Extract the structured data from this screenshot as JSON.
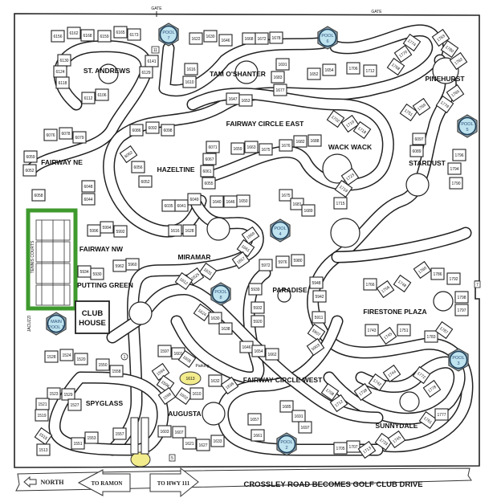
{
  "map": {
    "gates": [
      "GATE",
      "GATE"
    ],
    "streets": {
      "st_andrews": "ST. ANDREWS",
      "tam_oshanter": "TAM O'SHANTER",
      "pinehurst": "PINEHURST",
      "fairway_circle_east": "FAIRWAY CIRCLE EAST",
      "wack_wack": "WACK WACK",
      "stardust": "STARDUST",
      "fairway_ne": "FAIRWAY NE",
      "hazeltine": "HAZELTINE",
      "fairway_nw": "FAIRWAY NW",
      "miramar": "MIRAMAR",
      "putting_green": "PUTTING GREEN",
      "paradise": "PARADISE",
      "firestone_plaza": "FIRESTONE PLAZA",
      "fairway_circle_west": "FAIRWAY CIRCLE WEST",
      "spyglass": "SPYGLASS",
      "augusta": "AUGUSTA",
      "sunnydale": "SUNNYDALE"
    },
    "amenities": {
      "club_house_1": "CLUB",
      "club_house_2": "HOUSE",
      "tennis_courts": "TENNIS COURTS",
      "jacuzzi": "JACUZZI",
      "parking": "Parking",
      "highlighted_unit": "1613"
    },
    "pools": [
      {
        "line1": "POOL",
        "line2": "7"
      },
      {
        "line1": "POOL",
        "line2": "6"
      },
      {
        "line1": "POOL",
        "line2": "5"
      },
      {
        "line1": "POOL",
        "line2": "4"
      },
      {
        "line1": "POOL",
        "line2": "8"
      },
      {
        "line1": "MAIN",
        "line2": "POOL 1"
      },
      {
        "line1": "POOL",
        "line2": "3"
      },
      {
        "line1": "POOL",
        "line2": "2"
      }
    ],
    "markers": [
      "1",
      "5",
      "7",
      "11"
    ],
    "units": [
      "6156",
      "6162",
      "6168",
      "6159",
      "6165",
      "6173",
      "6130",
      "6124",
      "6118",
      "6112",
      "6106",
      "6141",
      "6129",
      "1622",
      "1630",
      "1646",
      "1668",
      "1672",
      "1678",
      "1616",
      "1610",
      "1691",
      "1683",
      "1677",
      "1647",
      "1653",
      "1652",
      "1654",
      "1706",
      "1712",
      "1774",
      "1770",
      "1768",
      "1783",
      "1780",
      "1782",
      "1751",
      "1769",
      "1779",
      "1785",
      "6097",
      "6089",
      "1796",
      "1794",
      "1790",
      "6076",
      "6078",
      "6079",
      "6086",
      "6092",
      "6098",
      "6062",
      "6056",
      "6052",
      "6071",
      "6067",
      "6061",
      "6055",
      "1659",
      "1663",
      "1675",
      "1676",
      "1682",
      "1688",
      "1702",
      "1710",
      "1718",
      "1723",
      "1719",
      "1715",
      "1675",
      "1681",
      "1689",
      "6059",
      "6052",
      "6058",
      "6048",
      "6044",
      "6035",
      "6041",
      "6049",
      "1640",
      "1646",
      "1650",
      "1616",
      "1628",
      "5996",
      "5994",
      "5992",
      "5934",
      "5930",
      "5962",
      "5960",
      "1669",
      "1661",
      "1657",
      "1631",
      "1625",
      "1612",
      "5972",
      "5976",
      "5980",
      "5948",
      "5942",
      "5939",
      "5932",
      "5920",
      "5911",
      "5907",
      "5903",
      "1624",
      "1630",
      "1638",
      "1646",
      "1654",
      "1662",
      "1766",
      "1756",
      "1748",
      "1780",
      "1786",
      "1792",
      "1798",
      "1797",
      "1743",
      "1745",
      "1751",
      "1783",
      "1787",
      "1744",
      "1742",
      "1738",
      "1708",
      "1712",
      "1772",
      "1778",
      "1761",
      "1777",
      "1528",
      "1524",
      "1520",
      "1550",
      "1558",
      "1523",
      "1529",
      "1527",
      "1521",
      "1519",
      "1597",
      "1601",
      "1605",
      "1594",
      "1596",
      "1598",
      "1602",
      "1610",
      "1632",
      "1636",
      "1515",
      "1513",
      "1551",
      "1553",
      "1557",
      "1603",
      "1607",
      "1621",
      "1627",
      "1633",
      "1685",
      "1691",
      "1697",
      "1657",
      "1661",
      "1705",
      "1707",
      "1713",
      "1733",
      "1745"
    ]
  },
  "footer": {
    "north": "NORTH",
    "to_ramon": "TO RAMON",
    "to_hwy": "TO HWY 111",
    "road_note": "CROSSLEY ROAD BECOMES GOLF CLUB DRIVE"
  },
  "colors": {
    "tennis_border": "#3f9a2e",
    "pool_fill": "#bfe3ef",
    "highlight": "#f3ec8c"
  }
}
